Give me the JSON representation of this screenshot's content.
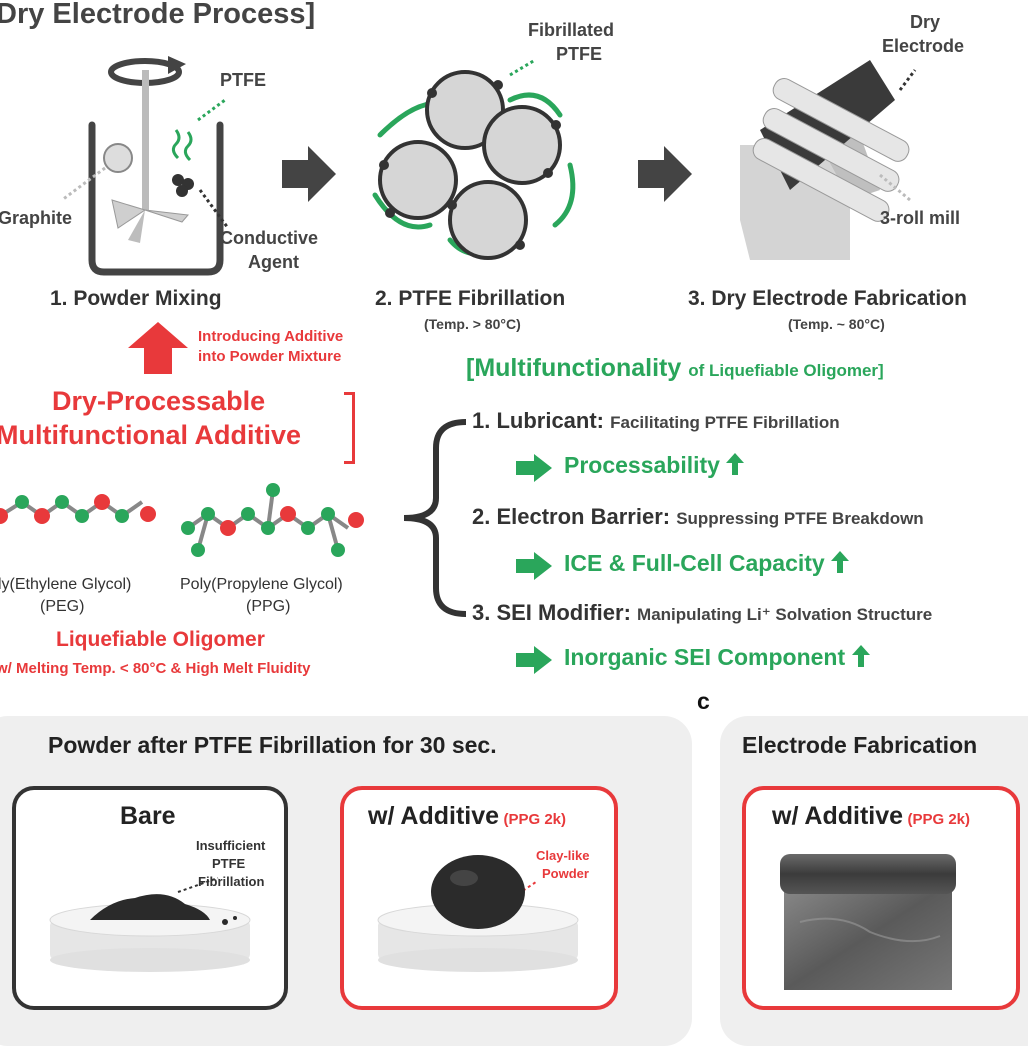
{
  "process": {
    "title": "Dry Electrode Process]",
    "ptfe": "PTFE",
    "graphite": "Graphite",
    "conductive_1": "Conductive",
    "conductive_2": "Agent",
    "fibrillated_1": "Fibrillated",
    "fibrillated_2": "PTFE",
    "dry_1": "Dry",
    "dry_2": "Electrode",
    "roll_mill": "3-roll mill",
    "steps": [
      {
        "label": "1. Powder Mixing",
        "temp": ""
      },
      {
        "label": "2. PTFE Fibrillation",
        "temp": "(Temp. > 80°C)"
      },
      {
        "label": "3. Dry Electrode Fabrication",
        "temp": "(Temp. ~ 80°C)"
      }
    ]
  },
  "additive": {
    "intro_1": "Introducing Additive",
    "intro_2": "into Powder Mixture",
    "title_1": "Dry-Processable",
    "title_2": "Multifunctional Additive",
    "peg_1": "ly(Ethylene Glycol)",
    "peg_2": "(PEG)",
    "ppg_1": "Poly(Propylene Glycol)",
    "ppg_2": "(PPG)",
    "oligomer": "Liquefiable Oligomer",
    "oligomer_desc": "w/ Melting Temp. < 80°C & High Melt Fluidity"
  },
  "multifunctionality": {
    "title_main": "[Multifunctionality",
    "title_sub": "of Liquefiable Oligomer]",
    "items": [
      {
        "name": "1. Lubricant:",
        "desc": "Facilitating PTFE Fibrillation",
        "result": "Processability"
      },
      {
        "name": "2. Electron Barrier:",
        "desc": "Suppressing PTFE Breakdown",
        "result": "ICE & Full-Cell Capacity"
      },
      {
        "name": "3. SEI Modifier:",
        "desc": "Manipulating Li⁺ Solvation Structure",
        "result": "Inorganic SEI Component"
      }
    ]
  },
  "panel_label": "c",
  "powder_panel": {
    "title": "Powder after PTFE Fibrillation for 30 sec.",
    "bare_title": "Bare",
    "bare_note_1": "Insufficient",
    "bare_note_2": "PTFE",
    "bare_note_3": "Fibrillation",
    "additive_title": "w/ Additive",
    "additive_sub": "(PPG 2k)",
    "additive_note_1": "Clay-like",
    "additive_note_2": "Powder"
  },
  "electrode_panel": {
    "title": "Electrode Fabrication",
    "additive_title": "w/ Additive",
    "additive_sub": "(PPG 2k)"
  },
  "colors": {
    "red": "#e8393b",
    "green": "#2aa65b",
    "dark": "#444444"
  }
}
